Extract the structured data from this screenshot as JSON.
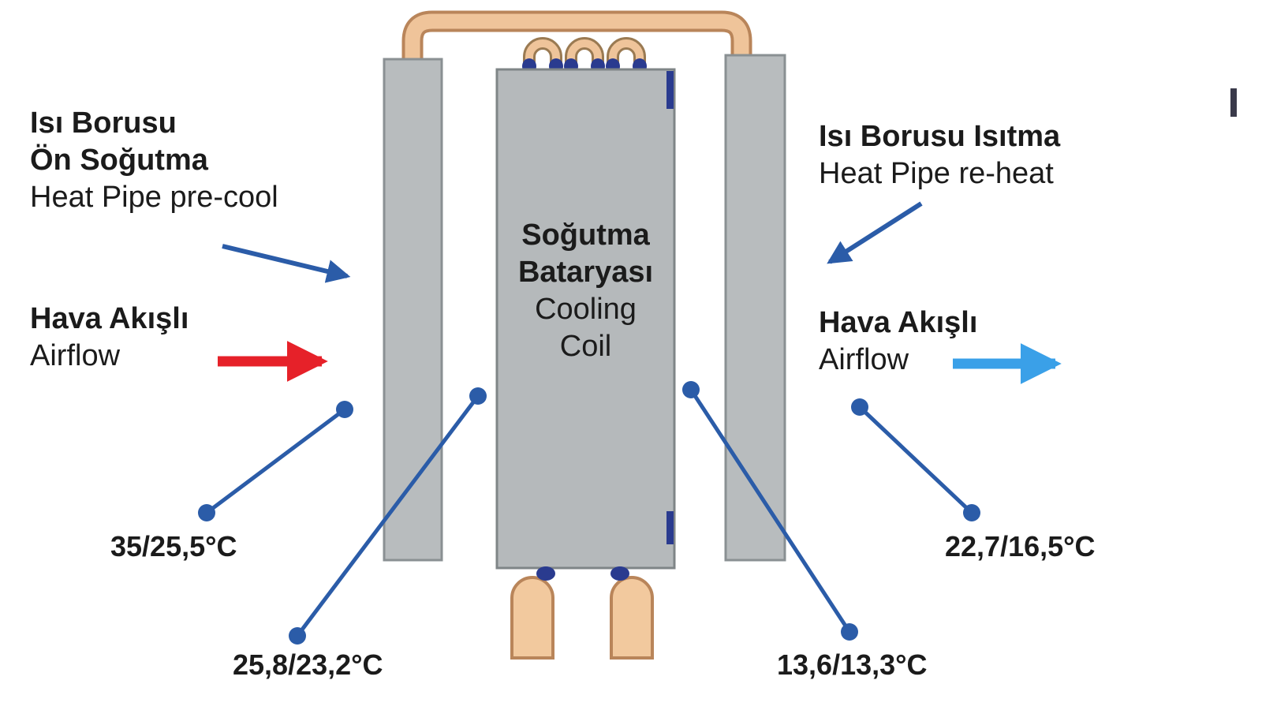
{
  "labels": {
    "pre_cool": {
      "tr_line1": "Isı Borusu",
      "tr_line2": "Ön Soğutma",
      "en": "Heat Pipe pre-cool"
    },
    "airflow_in": {
      "tr": "Hava Akışlı",
      "en": "Airflow"
    },
    "coil": {
      "tr_line1": "Soğutma",
      "tr_line2": "Bataryası",
      "en_line1": "Cooling",
      "en_line2": "Coil"
    },
    "re_heat": {
      "tr": "Isı Borusu Isıtma",
      "en": "Heat Pipe re-heat"
    },
    "airflow_out": {
      "tr": "Hava Akışlı",
      "en": "Airflow"
    }
  },
  "temperatures": [
    "35/25,5°C",
    "25,8/23,2°C",
    "13,6/13,3°C",
    "22,7/16,5°C"
  ],
  "colors": {
    "callout_blue": "#2b5ca8",
    "airflow_in_red": "#e62129",
    "airflow_out_blue": "#3aa0e8",
    "panel_gray": "#b8bcbe",
    "panel_border": "#8a9093",
    "copper": "#efc49a",
    "copper_border": "#b9855a",
    "navy": "#2a3b8f",
    "text": "#1b1b1b"
  }
}
